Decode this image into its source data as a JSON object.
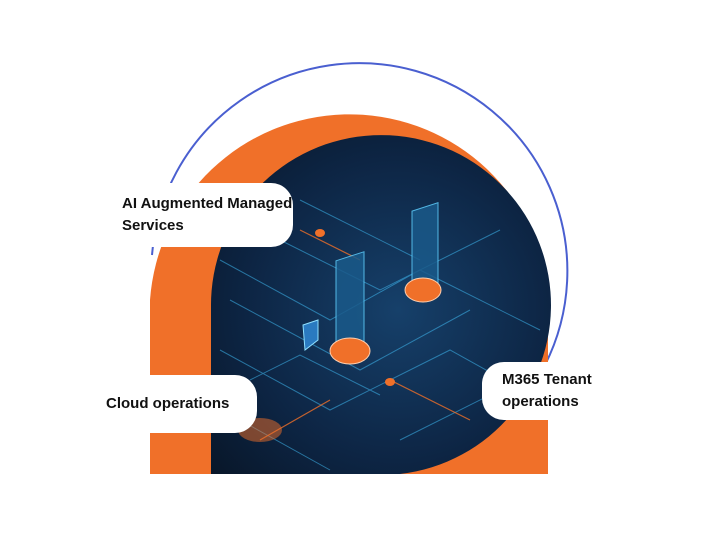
{
  "labels": {
    "ai_services": "AI Augmented Managed Services",
    "cloud_ops": "Cloud operations",
    "m365_ops": "M365 Tenant operations"
  },
  "colors": {
    "orange": "#f07029",
    "ring": "#4a5fd0",
    "navy": "#0b1a33",
    "glow": "#3fb8f0"
  }
}
